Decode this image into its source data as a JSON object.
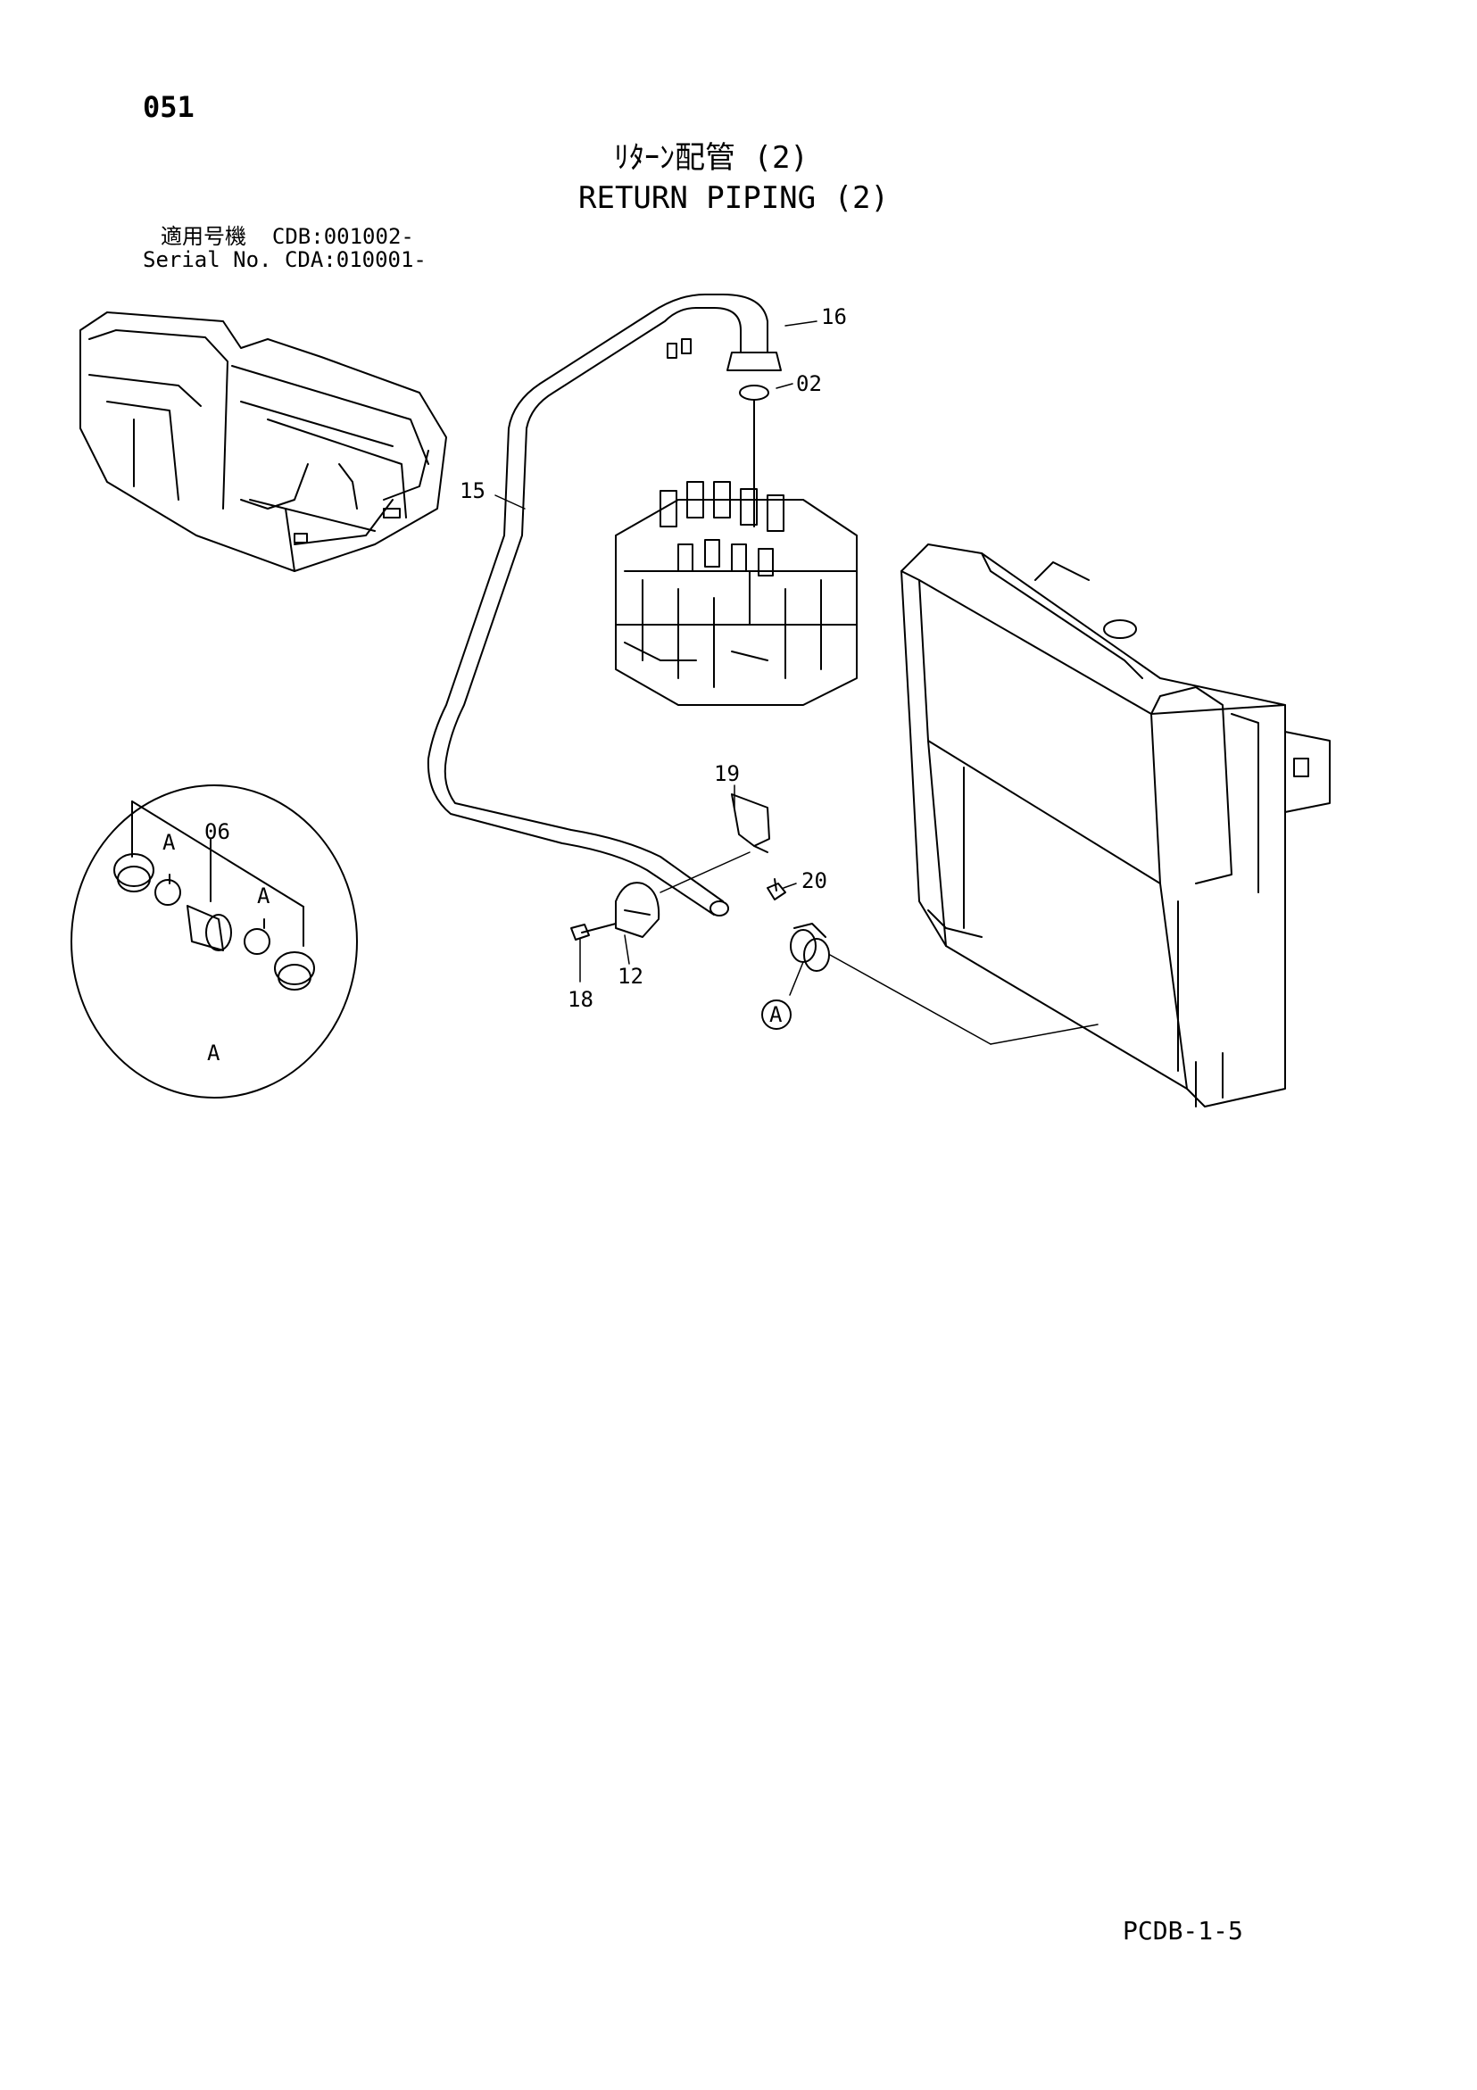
{
  "page_number": "051",
  "title_jp": "ﾘﾀｰﾝ配管 (2)",
  "title_en": "RETURN PIPING (2)",
  "applicable_models": "適用号機  CDB:001002-",
  "serial_no": "Serial No. CDA:010001-",
  "callouts": {
    "c16": "16",
    "c02": "02",
    "c15": "15",
    "c19": "19",
    "c20": "20",
    "c12": "12",
    "c18": "18",
    "c06": "06",
    "ref_a": "A"
  },
  "detail_label": "A",
  "footer_code": "PCDB-1-5"
}
